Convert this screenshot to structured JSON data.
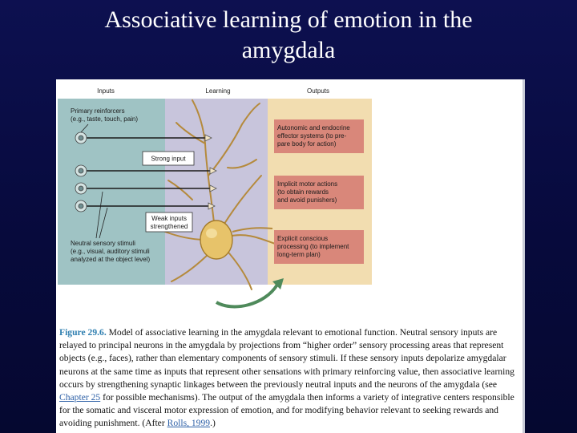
{
  "slide": {
    "title_line1": "Associative learning of emotion in the",
    "title_line2": "amygdala"
  },
  "figure": {
    "columns": {
      "inputs": "Inputs",
      "learning": "Learning",
      "outputs": "Outputs"
    },
    "labels": {
      "primary_line1": "Primary reinforcers",
      "primary_line2": "(e.g., taste, touch, pain)",
      "strong_input": "Strong input",
      "weak_line1": "Weak inputs",
      "weak_line2": "strengthened",
      "neutral_line1": "Neutral sensory stimuli",
      "neutral_line2": "(e.g., visual, auditory stimuli",
      "neutral_line3": "analyzed at the object level)"
    },
    "outputs": {
      "box1_line1": "Autonomic and endocrine",
      "box1_line2": "effector systems (to pre-",
      "box1_line3": "pare body for action)",
      "box2_line1": "Implicit motor actions",
      "box2_line2": "(to obtain rewards",
      "box2_line3": "and avoid punishers)",
      "box3_line1": "Explicit conscious",
      "box3_line2": "processing (to implement",
      "box3_line3": "long-term plan)"
    }
  },
  "caption": {
    "fig_num": "Figure 29.6.",
    "text1": " Model of associative learning in the amygdala relevant to emotional function. Neutral sensory inputs are relayed to principal neurons in the amygdala by projections from “higher order” sensory processing areas that represent objects (e.g., faces), rather than elementary components of sensory stimuli. If these sensory inputs depolarize amygdalar neurons at the same time as inputs that represent other sensations with primary reinforcing value, then associative learning occurs by strengthening synaptic linkages between the previously neutral inputs and the neurons of the amygdala (see ",
    "link1": "Chapter 25",
    "text2": " for possible mechanisms). The output of the amygdala then informs a variety of integrative centers responsible for the somatic and visceral motor expression of emotion, and for modifying behavior relevant to seeking rewards and avoiding punishment. (After ",
    "link2": "Rolls, 1999",
    "text3": ".)"
  },
  "colors": {
    "background": "#0a0d48",
    "inputs_panel": "#9fc3c4",
    "learning_panel": "#c8c5dc",
    "outputs_panel": "#f2ddb0",
    "output_box": "#d9877a",
    "neuron_body": "#e7c36a"
  }
}
